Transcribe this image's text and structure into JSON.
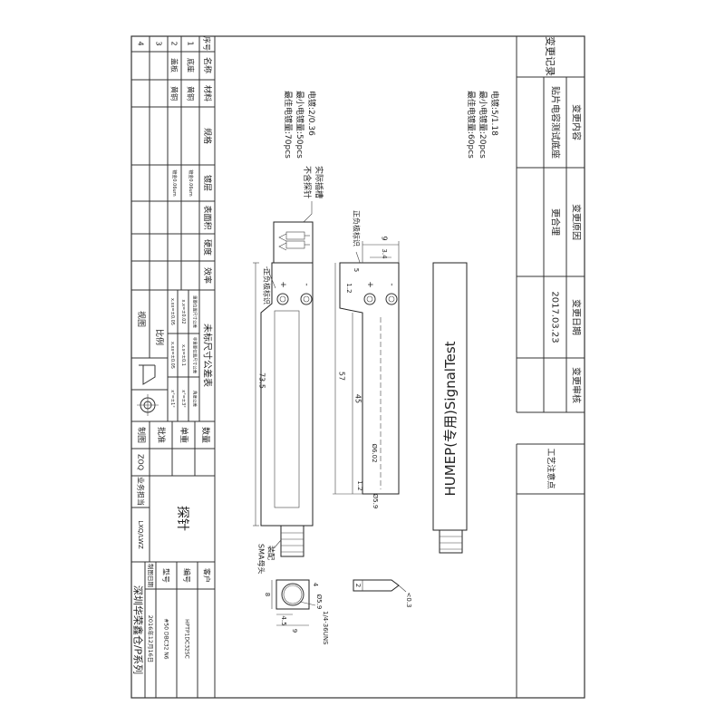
{
  "change_record": {
    "title": "变更记录",
    "col_content": "变更内容",
    "col_reason": "变更原因",
    "col_date": "变更日期",
    "col_review": "变更审核",
    "entries": [
      {
        "content": "贴片电容测试底座",
        "reason": "更合理",
        "date": "2017.03.23"
      }
    ]
  },
  "process_notes": {
    "title": "工艺注意点"
  },
  "plating_a": {
    "line1": "电镀:5/1.18",
    "line2": "最小电镀量:20pcs",
    "line3": "最佳电镀量:60pcs"
  },
  "plating_b": {
    "line1": "电镀:2/0.36",
    "line2": "最小电镀量:50pcs",
    "line3": "最佳电镀量:70pcs"
  },
  "callouts": {
    "slot_line1": "实际插槽",
    "slot_line2": "不含探针",
    "polarity_side": "正负极标识",
    "polarity_front": "正负极标识",
    "assembly_line1": "装配",
    "assembly_line2": "SMA母头",
    "engraving": "HUMEP(专用)SignalTest",
    "plus": "+",
    "minus": "-"
  },
  "dimensions": {
    "overall_length": "73.5",
    "side_length": "57",
    "side_body": "45",
    "top_width": "9",
    "pitch": "3.4",
    "top_step": "5",
    "edge": "1.2",
    "hole_dia": "Ø6.02",
    "bottom_step": "1.2",
    "bottom_dia": "Ø5.9",
    "flange_height": "8",
    "flange_width": "9",
    "flange_offset": "4.5",
    "flange_edge": "4",
    "thread_dia": "Ø5.9",
    "thread": "1/4-36UNS",
    "pin_len": "2",
    "pin_tip": "<0.3"
  },
  "parts_table": {
    "headers": [
      "序号",
      "名称",
      "材料",
      "规格",
      "镀层",
      "表面积",
      "硬度",
      "效率"
    ],
    "rows": [
      {
        "no": "1",
        "name": "底座",
        "material": "黄铜",
        "plating": "镀金0.06um"
      },
      {
        "no": "2",
        "name": "盖板",
        "material": "黄铜",
        "plating": "镀金0.06um"
      },
      {
        "no": "3"
      },
      {
        "no": "4"
      }
    ]
  },
  "tolerance_table": {
    "title": "未标尺寸公差表",
    "headers": [
      "重要位置尺寸公差",
      "非重要位置尺寸公差",
      "角度公差"
    ],
    "rows": [
      [
        "x.x=±0.02",
        "x.x=±0.1",
        "x°=±3°"
      ],
      [
        "x.xx=±0.05",
        "x.xx=±0.05",
        "x°=±1°"
      ]
    ]
  },
  "view_block": {
    "scale_label": "比例",
    "view_label": "视图"
  },
  "approval": {
    "quantity": "数量",
    "unit_weight": "单重",
    "approve": "批准",
    "drawn": "制图",
    "drawn_by": "ZOQ",
    "sales_label": "业务担当",
    "sales": "LXQ/LWZ",
    "part_name": "探针"
  },
  "title_block": {
    "customer_label": "客户",
    "number_label": "编号",
    "number": "HPTP1DC32SC",
    "model_label": "型号",
    "model": "#50 DBC32 N6",
    "date_label": "制图日期",
    "date": "2016年12月16日",
    "company": "深圳华荣鑫仓/P系列"
  }
}
